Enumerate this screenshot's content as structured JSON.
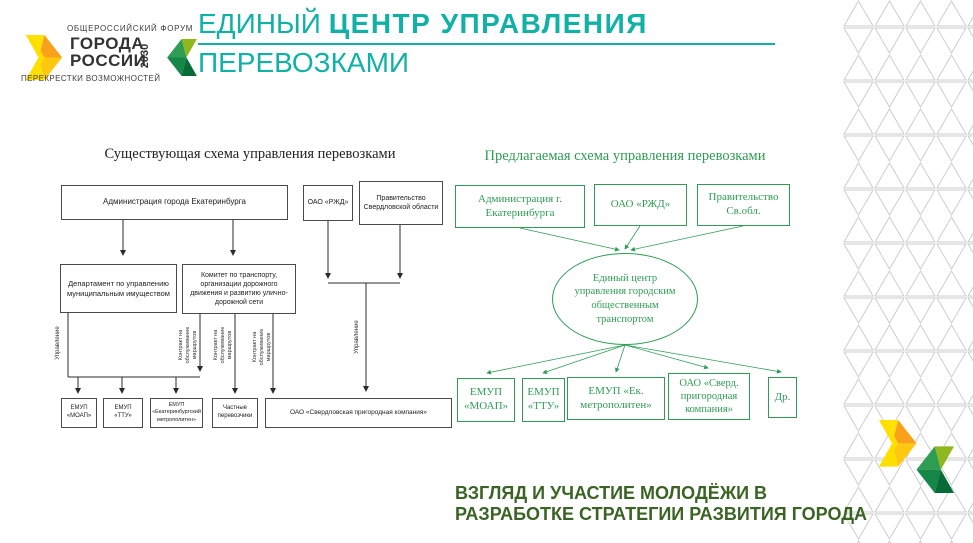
{
  "header": {
    "logo": {
      "top_line": "ОБЩЕРОССИЙСКИЙ ФОРУМ",
      "name_line1": "ГОРОДА",
      "name_line2": "РОССИИ",
      "year": "2030",
      "bottom_line": "ПЕРЕКРЕСТКИ ВОЗМОЖНОСТЕЙ"
    },
    "title_line1_regular": "ЕДИНЫЙ ",
    "title_line1_bold": "ЦЕНТР УПРАВЛЕНИЯ",
    "title_line2": "ПЕРЕВОЗКАМИ"
  },
  "colors": {
    "accent_teal": "#12B1A6",
    "diagram_green": "#2F9C54",
    "footer_green": "#3A6324",
    "logo_yellow": "#FFDF00",
    "logo_orange": "#F9A11B",
    "logo_light_green": "#8FB71E",
    "logo_dark_green": "#066B36"
  },
  "left_diagram": {
    "title": "Существующая схема управления перевозками",
    "nodes": {
      "adm": "Администрация города Екатеринбурга",
      "rzd": "ОАО «РЖД»",
      "gov": "Правительство Свердловской области",
      "dep": "Департамент по управлению муниципальным имуществом",
      "committee": "Комитет по транспорту, организации дорожного движения и развитию улично-дорожной сети",
      "moap": "ЕМУП «МОАП»",
      "ttu": "ЕМУП «ТТУ»",
      "metro": "ЕМУП «Екатеринбургский метрополитен»",
      "private": "Частные перевозчики",
      "spk": "ОАО «Свердловская пригородная компания»"
    },
    "edge_labels": {
      "control": "Управление",
      "contract": "Контракт на обслуживание маршрутов"
    }
  },
  "right_diagram": {
    "title": "Предлагаемая схема управления перевозками",
    "nodes": {
      "adm": "Администрация г. Екатеринбурга",
      "rzd": "ОАО «РЖД»",
      "gov": "Правительство Св.обл.",
      "center": "Единый центр управления городским общественным транспортом",
      "moap": "ЕМУП «МОАП»",
      "ttu": "ЕМУП «ТТУ»",
      "metro": "ЕМУП «Ек. метрополитен»",
      "spk": "ОАО «Сверд. пригородная компания»",
      "other": "Др."
    }
  },
  "footer": {
    "line1": "ВЗГЛЯД И УЧАСТИЕ МОЛОДЁЖИ В",
    "line2": "РАЗРАБОТКЕ СТРАТЕГИИ РАЗВИТИЯ ГОРОДА"
  }
}
